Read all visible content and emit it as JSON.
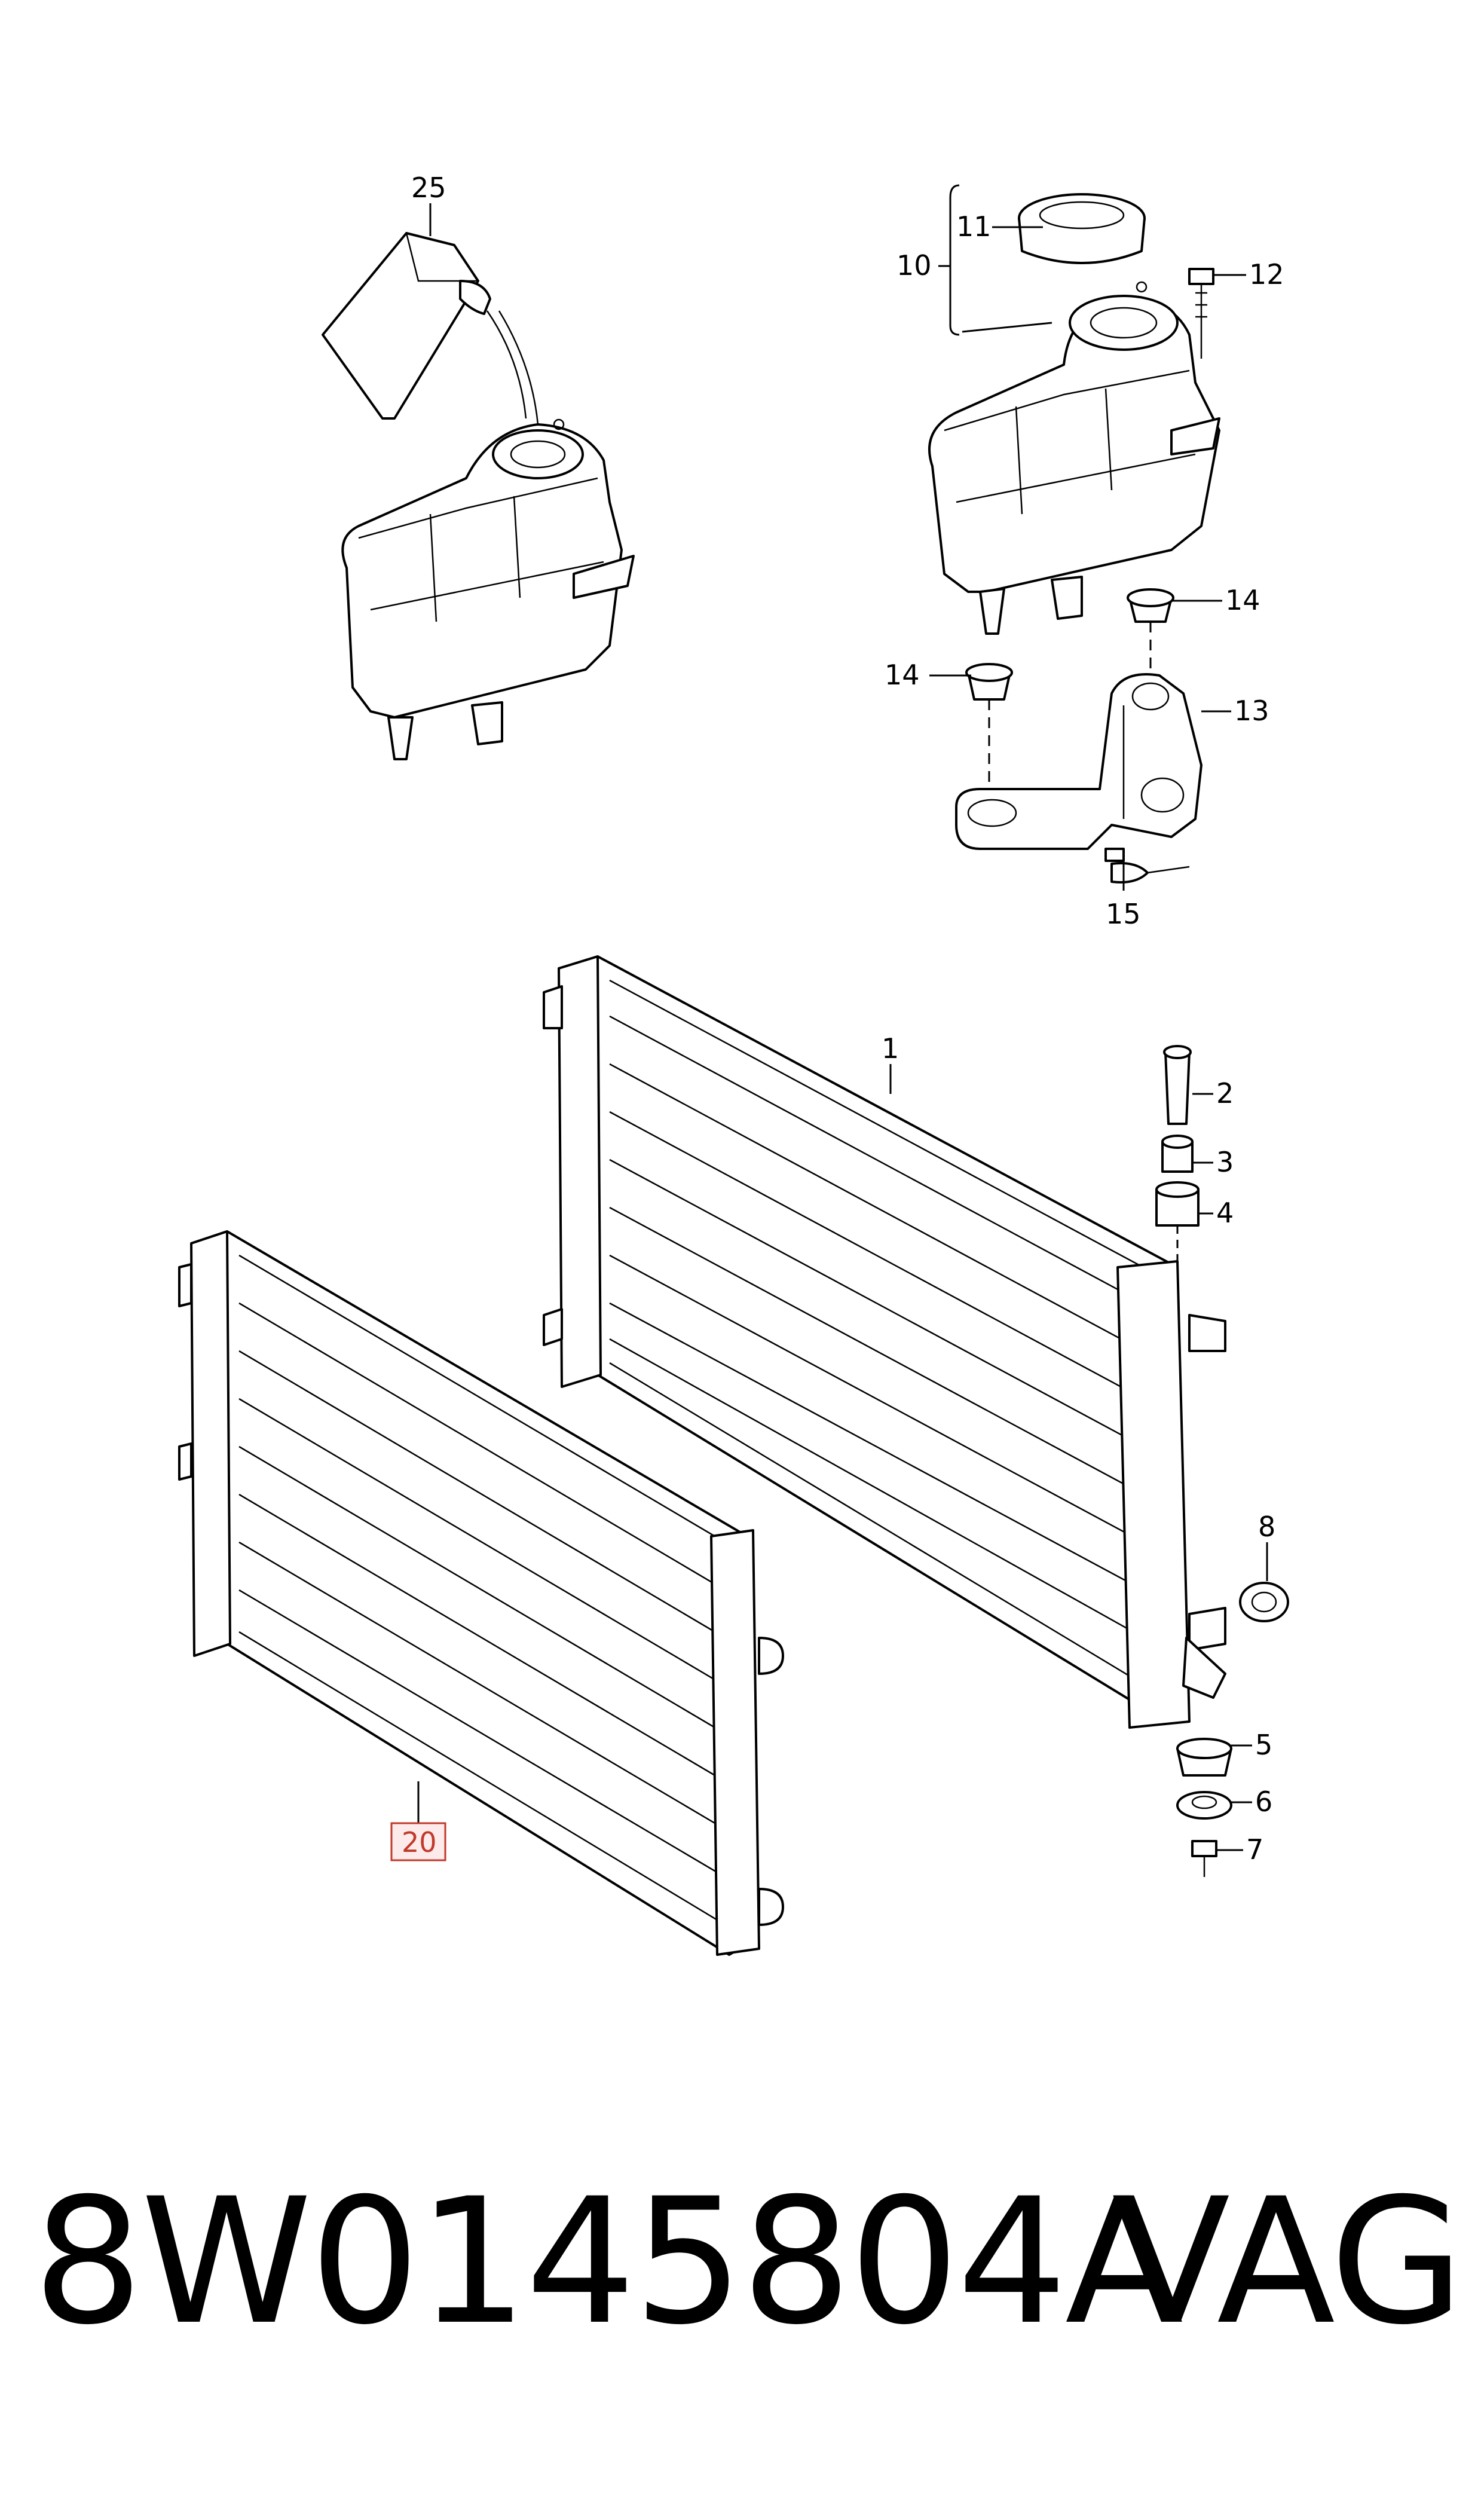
{
  "callouts": {
    "c1": "1",
    "c2": "2",
    "c3": "3",
    "c4": "4",
    "c5": "5",
    "c6": "6",
    "c7": "7",
    "c8": "8",
    "c10": "10",
    "c11": "11",
    "c12": "12",
    "c13": "13",
    "c14a": "14",
    "c14b": "14",
    "c15": "15",
    "c20": "20",
    "c25": "25"
  },
  "highlight": {
    "callout": "20",
    "color": "#c0392b"
  },
  "footer": {
    "part_number": "8W0145804A",
    "brand": "VAG"
  }
}
